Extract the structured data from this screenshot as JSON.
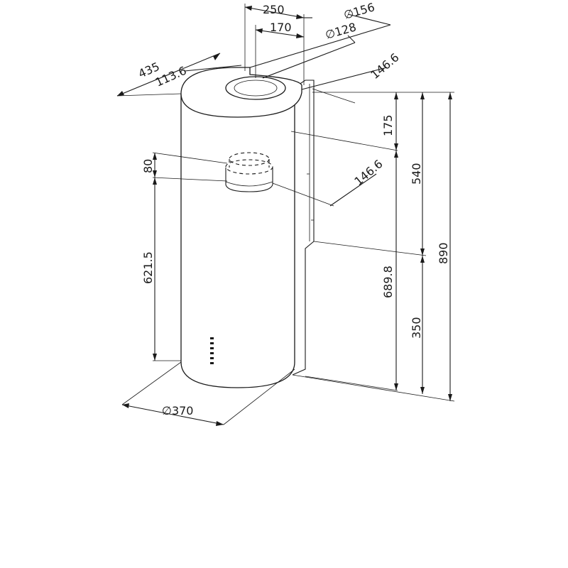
{
  "dimensions": {
    "chimney_width": "250",
    "chimney_inner_width": "170",
    "outlet_diameter_outer": "∅156",
    "outlet_diameter_inner": "∅128",
    "hood_depth": "435",
    "outlet_offset": "113.6",
    "top_outlet_distance": "146.6",
    "inner_outlet_distance": "146.6",
    "top_section_height": "175",
    "bracket_height": "540",
    "total_height": "890",
    "collar_height": "80",
    "collar_to_bottom": "621.5",
    "outlet_from_bottom": "689.8",
    "lower_height": "350",
    "hood_diameter": "∅370"
  },
  "colors": {
    "line": "#1a1a1a",
    "background": "#ffffff"
  }
}
